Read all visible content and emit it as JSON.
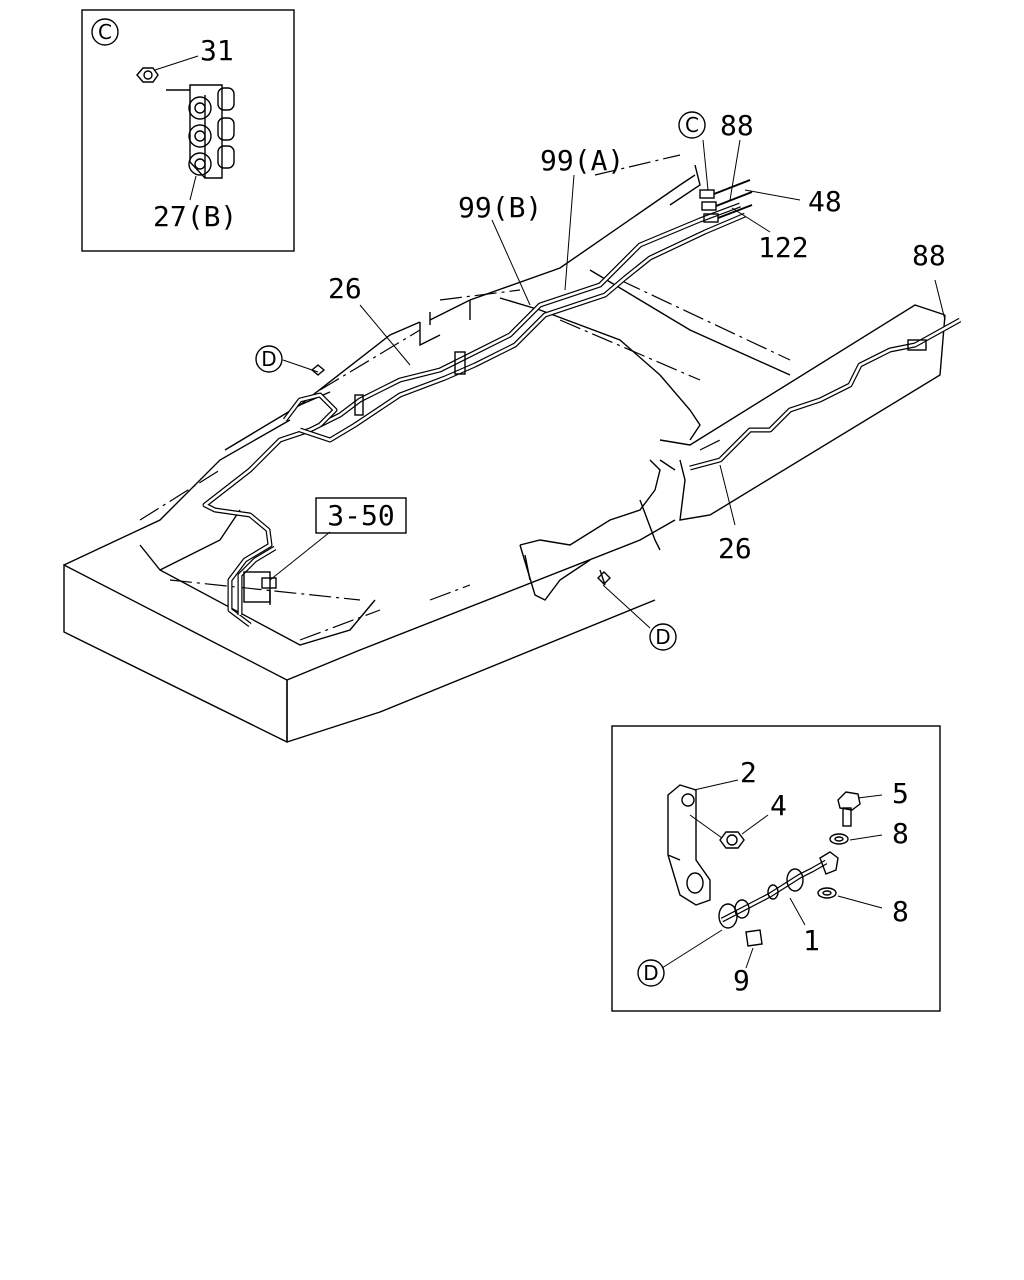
{
  "detail_c": {
    "marker": "C",
    "labels": {
      "nut": "31",
      "joint": "27(B)"
    }
  },
  "main": {
    "labels": {
      "marker_c": "C",
      "p88_top": "88",
      "p99a": "99(A)",
      "p99b": "99(B)",
      "p48": "48",
      "p122": "122",
      "p88_right": "88",
      "p26_top": "26",
      "marker_d_left": "D",
      "ref_box": "3-50",
      "p26_bottom": "26",
      "marker_d_bottom": "D"
    }
  },
  "detail_d": {
    "labels": {
      "bracket": "2",
      "nut": "4",
      "bolt": "5",
      "washer_top": "8",
      "washer_bottom": "8",
      "hose": "1",
      "clip": "9",
      "marker_d": "D"
    }
  }
}
